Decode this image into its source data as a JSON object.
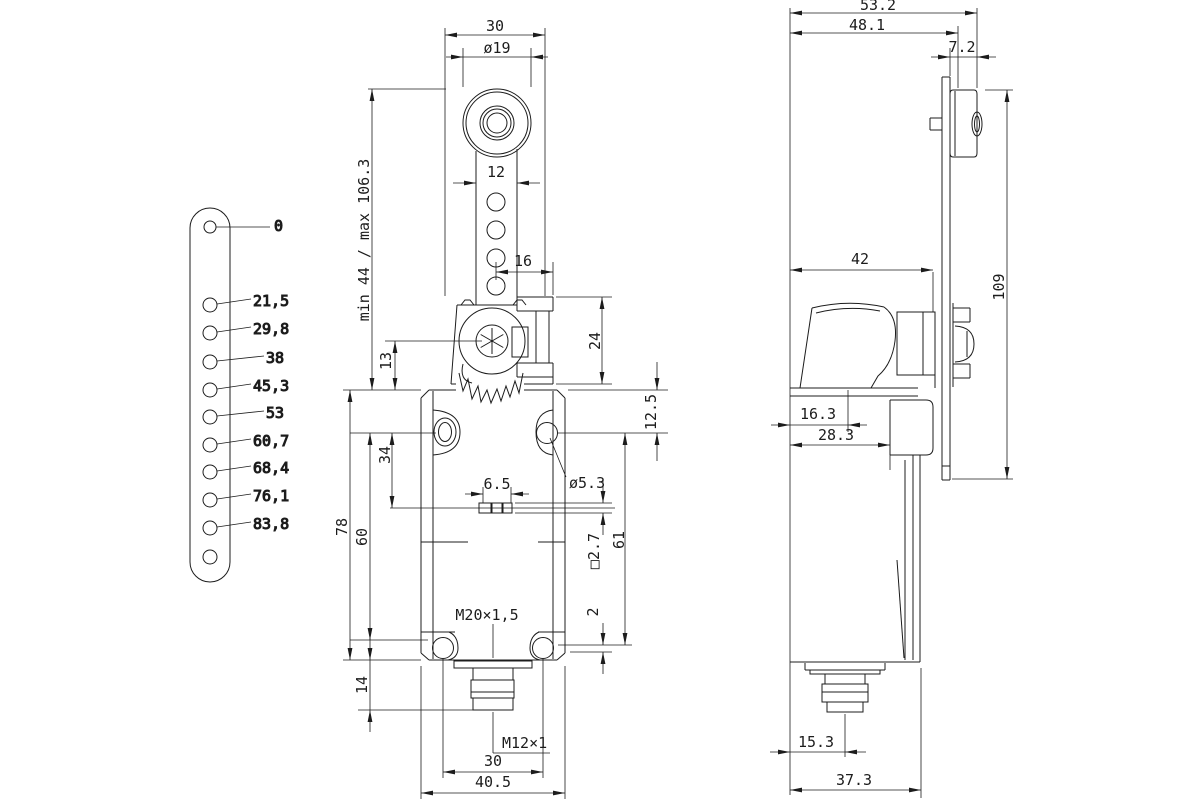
{
  "colors": {
    "line": "#1c1c1c",
    "background": "#ffffff"
  },
  "lever_scale": {
    "zero": "0",
    "holes": [
      "21,5",
      "29,8",
      "38",
      "45,3",
      "53",
      "60,7",
      "68,4",
      "76,1",
      "83,8"
    ]
  },
  "front": {
    "head_width": "30",
    "roller_diameter": "ø19",
    "arm_width": "12",
    "lever_range": "min 44 / max 106.3",
    "pivot_to_body": "13",
    "hole_to_clamp": "16",
    "head_height": "24",
    "top_to_hole": "12.5",
    "hole_to_slot": "34",
    "body_height": "78",
    "left_hole_span": "60",
    "right_hole_span": "61",
    "slot_width": "6.5",
    "mounting_hole_dia": "ø5.3",
    "slot_square": "□2.7",
    "hole_edge_offset": "2",
    "gland_thread": "M20×1,5",
    "plug_height": "14",
    "plug_thread": "M12×1",
    "hole_pitch": "30",
    "body_width": "40.5"
  },
  "side": {
    "overall_depth": "53.2",
    "depth_to_roller": "48.1",
    "roller_width": "7.2",
    "body_depth": "42",
    "lever_length": "109",
    "head_offset": "16.3",
    "head_depth": "28.3",
    "plug_offset": "15.3",
    "base_depth": "37.3"
  }
}
